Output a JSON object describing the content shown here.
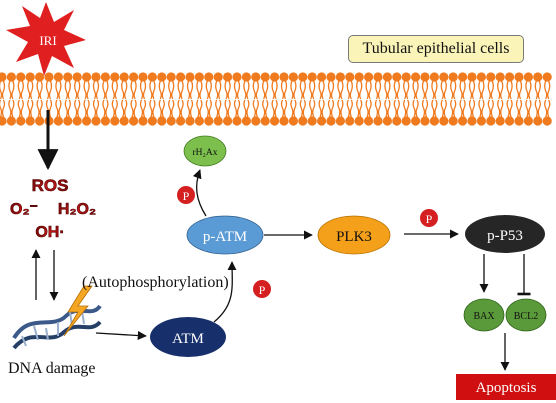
{
  "cell_type": "Tubular epithelial cells",
  "trigger": "IRI",
  "ros": {
    "line1": "ROS",
    "line2a": "O₂⁻",
    "line2b": "H₂O₂",
    "line3": "OH·"
  },
  "dna_damage": "DNA damage",
  "autophosphorylation": "(Autophosphorylation)",
  "nodes": {
    "atm": "ATM",
    "p_atm": "p-ATM",
    "plk3": "PLK3",
    "p_p53": "p-P53",
    "bax": "BAX",
    "bcl2": "BCL2",
    "h2ax": "rH₂Ax",
    "apoptosis": "Apoptosis"
  },
  "phospho": "P",
  "colors": {
    "membrane": "#f07a1e",
    "atm": "#17306b",
    "p_atm": "#5b9bd5",
    "plk3": "#f5a01a",
    "p_p53": "#262626",
    "bax_bcl2": "#5a9a3a",
    "h2ax": "#7cbf4c",
    "phospho": "#d42020",
    "ros": "#c01818",
    "apoptosis": "#d01010",
    "iri": "#e02020"
  }
}
